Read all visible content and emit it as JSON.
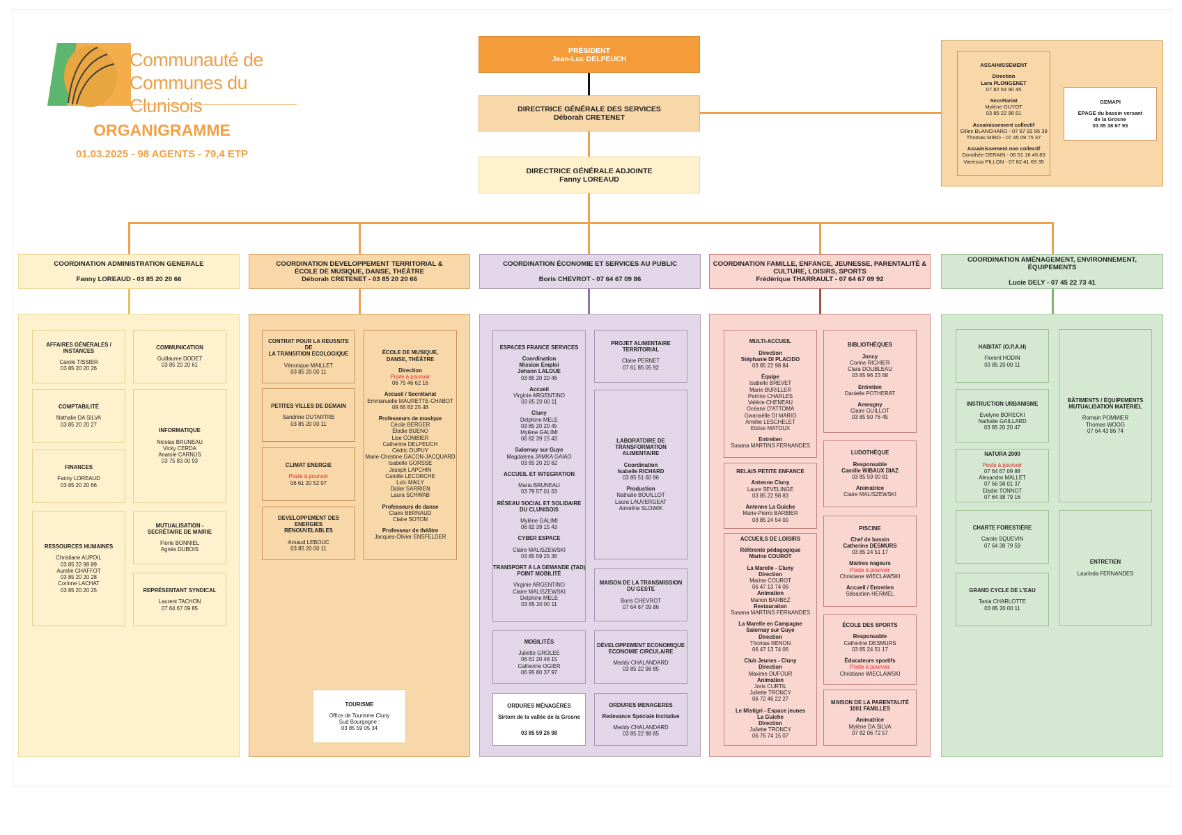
{
  "logo": {
    "line1": "Communauté de",
    "line2": "Communes du Clunisois",
    "colors": {
      "green": "#5db66e",
      "orange": "#f5ad4c",
      "text": "#e9a04a"
    }
  },
  "header": {
    "title": "ORGANIGRAMME",
    "subtitle": "01.03.2025 - 98 AGENTS - 79,4 ETP"
  },
  "top": {
    "president": {
      "role": "PRÉSIDENT",
      "name": "Jean-Luc DELPEUCH"
    },
    "dgs": {
      "role": "DIRECTRICE GÉNÉRALE DES SERVICES",
      "name": "Déborah CRETENET"
    },
    "dga": {
      "role": "DIRECTRICE GÉNÉRALE ADJOINTE",
      "name": "Fanny LOREAUD"
    }
  },
  "assainissement": {
    "title": "ASSAINISSEMENT",
    "direction_label": "Direction",
    "direction_name": "Lara PLONGENET",
    "direction_phone": "07 82 54 90 45",
    "secretariat_label": "Secrétariat",
    "secretariat_name": "Mylène GUYOT",
    "secretariat_phone": "03 85 22 98 81",
    "collectif_label": "Assainissement collectif",
    "collectif_1": "Gilles BLANCHARD - 07 67 92 95 39",
    "collectif_2": "Thomas MIRO - 07 45 09 75 37",
    "non_collectif_label": "Assainissement non collectif",
    "non_collectif_1": "Dorothée DERAIN - 06 51 16 45 83",
    "non_collectif_2": "Vanessa PILLON - 07 82 41 69 35"
  },
  "gemapi": {
    "title": "GEMAPI",
    "line1": "EPAGE du bassin versant",
    "line2": "de la Grosne",
    "phone": "03 85 38 67 93"
  },
  "coordinations": [
    {
      "title": "COORDINATION ADMINISTRATION GENERALE",
      "title2": "",
      "person": "Fanny LOREAUD - 03 85 20 20 66",
      "color": "#fef1cd"
    },
    {
      "title": "COORDINATION DEVELOPPEMENT TERRITORIAL &",
      "title2": "ÉCOLE DE MUSIQUE, DANSE, THÉÂTRE",
      "person": "Déborah CRETENET - 03 85 20 20 66",
      "color": "#f8d7a9"
    },
    {
      "title": "COORDINATION ÉCONOMIE ET SERVICES AU PUBLIC",
      "title2": "",
      "person": "Boris CHEVROT - 07 64 67 09 86",
      "color": "#e2d6e8"
    },
    {
      "title": "COORDINATION FAMILLE, ENFANCE, JEUNESSE, PARENTALITÉ &",
      "title2": "CULTURE, LOISIRS, SPORTS",
      "person": "Frédérique THARRAULT - 07 64 67 09 92",
      "color": "#f9d6d0"
    },
    {
      "title": "COORDINATION AMÉNAGEMENT, ENVIRONNEMENT, ÉQUIPEMENTS",
      "title2": "",
      "person": "Lucie DELY - 07 45 22 73 41",
      "color": "#d4e8d2"
    }
  ],
  "col1": {
    "affaires": {
      "title": "AFFAIRES GÉNÉRALES /",
      "title2": "INSTANCES",
      "name": "Carole TISSIER",
      "phone": "03 85 20 20 26"
    },
    "communication": {
      "title": "COMMUNICATION",
      "name": "Guillaume DODET",
      "phone": "03 85 20 20 61"
    },
    "comptabilite": {
      "title": "COMPTABILITÉ",
      "name": "Nathalie DA SILVA",
      "phone": "03 85 20 20 27"
    },
    "informatique": {
      "title": "INFORMATIQUE",
      "names": [
        "Nicolas BRUNEAU",
        "Vicky CERDA",
        "Anatole CARNUS"
      ],
      "phone": "03 75 83 00 93"
    },
    "finances": {
      "title": "FINANCES",
      "name": "Fanny LOREAUD",
      "phone": "03 85 20 20 66"
    },
    "rh": {
      "title": "RESSOURCES HUMAINES",
      "lines": [
        "Christiane AUPOIL",
        "03 85 22 98 89",
        "Aurelie CHAFFOT",
        "03 85 20 20 28",
        "Corinne LACHAT",
        "03 85 20 20 25"
      ]
    },
    "mutualisation": {
      "title": "MUTUALISATION -",
      "title2": "SECRÉTAIRE DE MAIRIE",
      "names": [
        "Florie BONNIEL",
        "Agnès DUBOIS"
      ]
    },
    "syndical": {
      "title": "REPRÉSENTANT SYNDICAL",
      "name": "Laurent TACHON",
      "phone": "07 64 67 09 85"
    }
  },
  "col2": {
    "crte": {
      "title": "CONTRAT POUR LA REUSSITE DE",
      "title2": "LA TRANSITION ECOLOGIQUE",
      "name": "Véronique MAILLET",
      "phone": "03 85 20 00 11"
    },
    "pvd": {
      "title": "PETITES VILLES DE DEMAIN",
      "name": "Sandrine DUTARTRE",
      "phone": "03 85 20 00 11"
    },
    "climat": {
      "title": "CLIMAT ENERGIE",
      "vacancy": "Poste à pourvoir",
      "phone": "06 61 20 52 07"
    },
    "enr": {
      "title": "DEVELOPPEMENT DES ENERGIES",
      "title2": "RENOUVELABLES",
      "name": "Arnaud LEBOUC",
      "phone": "03 85 20 00 11"
    },
    "ecole": {
      "title": "ÉCOLE DE MUSIQUE,",
      "title2": "DANSE, THÉÂTRE",
      "direction_label": "Direction",
      "direction_vacancy": "Poste à pourvoir",
      "direction_phone": "06 75 46 62 16",
      "accueil_label": "Accueil / Secrétariat",
      "accueil_name": "Emmanuelle MAURETTE-CHABOT",
      "accueil_phone": "09 66 82 25 48",
      "musique_label": "Professeurs de musique",
      "musique": [
        "Cécile BERGER",
        "Élodie BUENO",
        "Lise COMBIER",
        "Catherine DELPEUCH",
        "Cédric DUPUY",
        "Marie-Christine GACON-JACQUARD",
        "Isabelle GORSSE",
        "Joseph LAPCHIN",
        "Camille LECORCHE",
        "Loïc MAILY",
        "Didier SARRIEN",
        "Laura SCHWAB"
      ],
      "danse_label": "Professeurs de danse",
      "danse": [
        "Claire BERNAUD",
        "Claire SOTON"
      ],
      "theatre_label": "Professeur de théâtre",
      "theatre": "Jacques-Olivier ENSFELDER"
    },
    "tourisme": {
      "title": "TOURISME",
      "line1": "Office de Tourisme Cluny",
      "line2": "Sud Bourgogne :",
      "phone": "03 85 59 05 34"
    }
  },
  "col3": {
    "efs": {
      "title": "ESPACES FRANCE SERVICES",
      "coord_label1": "Coordination",
      "coord_label2": "Mission Emploi",
      "coord_name": "Johann LALOUE",
      "coord_phone": "03 85 20 20 46",
      "accueil_label": "Accueil",
      "accueil_name": "Virginie ARGENTINO",
      "accueil_phone": "03 85 20 00 11",
      "cluny_label": "Cluny",
      "cluny_lines": [
        "Delphine MELE",
        "03 85 20 20 45",
        "Mylène GALIMI",
        "06 82 39 15 43"
      ],
      "salornay_label": "Salornay sur Guye",
      "salornay_name": "Magdalena JAMKA GAIAO",
      "salornay_phone": "03 85 20 20 62",
      "integration_title": "ACCUEIL ET INTEGRATION",
      "integration_name": "Maria BRUNEAU",
      "integration_phone": "03 79 57 01 63",
      "reseau_title": "RÉSEAU SOCIAL ET SOLIDAIRE",
      "reseau_title2": "DU CLUNISOIS",
      "reseau_name": "Mylène GALIMI",
      "reseau_phone": "06 82 39 15 43",
      "cyber_title": "CYBER ESPACE",
      "cyber_name": "Claire MALISZEWSKI",
      "cyber_phone": "03 85 59 25 36",
      "tad_title": "TRANSPORT A LA DEMANDE (TAD)",
      "tad_title2": "POINT MOBILITÉ",
      "tad_lines": [
        "Virginie ARGENTINO",
        "Claire MALISZEWSKI",
        "Delphine MELE",
        "03 85 20 00 11"
      ]
    },
    "pat": {
      "title": "PROJET ALIMENTAIRE",
      "title2": "TERRITORIAL",
      "name": "Claire PERNET",
      "phone": "07 61 85 05 92"
    },
    "labo": {
      "title": "LABORATOIRE DE",
      "title2": "TRANSFORMATION ALIMENTAIRE",
      "coord_label": "Coordination",
      "coord_name": "Isabelle RICHARD",
      "coord_phone": "03 85 51 60 96",
      "prod_label": "Production",
      "prod_names": [
        "Nathalie BOUILLOT",
        "Laura LAUVERGEAT",
        "Aimeline SLOWIK"
      ]
    },
    "maison_geste": {
      "title": "MAISON DE LA TRANSMISSION",
      "title2": "DU GESTE",
      "name": "Boris CHEVROT",
      "phone": "07 64 67 09 86"
    },
    "mobilites": {
      "title": "MOBILITÉS",
      "lines": [
        "Juliette GROLEE",
        "06 61 20 48 15",
        "Catherine OGIER",
        "06 95 80 37 97"
      ]
    },
    "dev_eco": {
      "title": "DÉVELOPPEMENT ECONOMIQUE",
      "title2": "ECONOMIE CIRCULAIRE",
      "name": "Meddy CHALANDARD",
      "phone": "03 85 22 98 85"
    },
    "om_sirtom": {
      "title": "ORDURES MÉNAGÈRES",
      "subtitle": "Sirtom de la vallée de la Grosne",
      "phone": "03 85 59 26 98"
    },
    "om_rsi": {
      "title": "ORDURES MENAGERES",
      "subtitle": "Redevance Spéciale Incitative",
      "name": "Meddy CHALANDARD",
      "phone": "03 85 22 98 85"
    }
  },
  "col4": {
    "multi": {
      "title": "MULTI-ACCUEIL",
      "direction_label": "Direction",
      "direction_name": "Stéphanie DI PLACIDO",
      "direction_phone": "03 85 22 98 84",
      "equipe_label": "Équipe",
      "equipe": [
        "Isabelle BREVET",
        "Marie BURILLER",
        "Perrine CHARLES",
        "Valérie CHENEAU",
        "Océane D'ATTOMA",
        "Gwanaëlle DI MARIO",
        "Amélie LESCHELET",
        "Eloïse MATOUX"
      ],
      "entretien_label": "Entretien",
      "entretien_name": "Susana MARTINS FERNANDES"
    },
    "bib": {
      "title": "BIBLIOTHÈQUES",
      "joncy_label": "Joncy",
      "joncy_lines": [
        "Corine RICHIER",
        "Clara DOUBLEAU",
        "03 85 96 23 68"
      ],
      "entretien_label": "Entretien",
      "entretien_name": "Danielle POTHERAT",
      "ameugny_label": "Ameugny",
      "ameugny_name": "Claire GUILLOT",
      "ameugny_phone": "03 85 50 76 45"
    },
    "rpe": {
      "title": "RELAIS PETITE ENFANCE",
      "cluny_label": "Antenne Cluny",
      "cluny_name": "Laure SEVELINGE",
      "cluny_phone": "03 85 22 98 83",
      "guiche_label": "Antenne La Guiche",
      "guiche_name": "Marie-Pierre BARBIER",
      "guiche_phone": "03 85 24 54 00"
    },
    "ludo": {
      "title": "LUDOTHÈQUE",
      "resp_label": "Responsable",
      "resp_name": "Camille WIBAUX DIAZ",
      "resp_phone": "03 85 59 00 81",
      "anim_label": "Animatrice",
      "anim_name": "Claire MALISZEWSKI"
    },
    "loisirs": {
      "title": "ACCUEILS DE LOISIRS",
      "ref_label": "Référente pédagogique",
      "ref_name": "Marine COUROT",
      "marelle_label": "La Marelle - Cluny",
      "marelle_dir_label": "Direction",
      "marelle_dir_name": "Marine COUROT",
      "marelle_dir_phone": "06 47 13 74 06",
      "marelle_anim_label": "Animation",
      "marelle_anim_name": "Manon BARBEZ",
      "marelle_resto_label": "Restauration",
      "marelle_resto_name": "Susana MARTINS FERNANDES",
      "campagne_label": "La Marelle en Campagne",
      "campagne_label2": "Salornay sur Guye",
      "campagne_dir_label": "Direction",
      "campagne_dir_name": "Thomas RENON",
      "campagne_dir_phone": "06 47 13 74 06",
      "club_label": "Club Jeunes - Cluny",
      "club_dir_label": "Direction",
      "club_dir_name": "Maxime DUFOUR",
      "club_anim_label": "Animation",
      "club_anim_lines": [
        "Joris CURTIL",
        "Juliette TRONCY",
        "06 72 46 22 27"
      ],
      "mistigri_label": "Le Mistigri - Espace jeunes",
      "mistigri_label2": "La Guiche",
      "mistigri_dir_label": "Direction",
      "mistigri_dir_name": "Juliette TRONCY",
      "mistigri_dir_phone": "06 76 74 15 07"
    },
    "piscine": {
      "title": "PISCINE",
      "chef_label": "Chef de bassin",
      "chef_name": "Catherine DESMURS",
      "chef_phone": "03 85 24 51 17",
      "mn_label": "Maitres nageurs",
      "mn_vacancy": "Poste à pourvoir",
      "mn_name": "Christiane WIECLAWSKI",
      "accueil_label": "Accueil / Entretien",
      "accueil_name": "Sébastien HERMEL"
    },
    "sports": {
      "title": "ÉCOLE DES SPORTS",
      "resp_label": "Responsable",
      "resp_name": "Catherine DESMURS",
      "resp_phone": "03 85 24 51 17",
      "edu_label": "Éducateurs sportifs",
      "edu_vacancy": "Poste à pourvoir",
      "edu_name": "Christiane WIECLAWSKI"
    },
    "parentalite": {
      "title": "MAISON DE LA PARENTALITÉ",
      "title2": "1001 FAMILLES",
      "anim_label": "Animatrice",
      "anim_name": "Mylène DA SILVA",
      "anim_phone": "07 82 06 72 57"
    }
  },
  "col5": {
    "habitat": {
      "title": "HABITAT (O.P.A.H)",
      "name": "Florent HODIN",
      "phone": "03 85 20 00 11"
    },
    "urbanisme": {
      "title": "INSTRUCTION URBANISME",
      "names": [
        "Evelyne BORECKI",
        "Nathalie GAILLARD"
      ],
      "phone": "03 85 20 20 47"
    },
    "batiments": {
      "title": "BÂTIMENTS / ÉQUIPEMENTS",
      "title2": "MUTUALISATION MATÉRIEL",
      "names": [
        "Romain POMMIER",
        "Thomas WOOG"
      ],
      "phone": "07 64 43 86 74"
    },
    "natura": {
      "title": "NATURA 2000",
      "vacancy": "Poste à pourvoir",
      "lines": [
        "07 64 67 09 88",
        "Alexandre MALLET",
        "07 66 98 01 37",
        "Elodie TONNOT",
        "07 64 38 79 16"
      ]
    },
    "charte": {
      "title": "CHARTE FORESTIÈRE",
      "name": "Carole SQUEVIN",
      "phone": "07 64 38 79 59"
    },
    "entretien": {
      "title": "ENTRETIEN",
      "name": "Laurinda FERNANDES"
    },
    "eau": {
      "title": "GRAND CYCLE DE L'EAU",
      "name": "Tania CHARLOTTE",
      "phone": "03 85 20 00 11"
    }
  }
}
